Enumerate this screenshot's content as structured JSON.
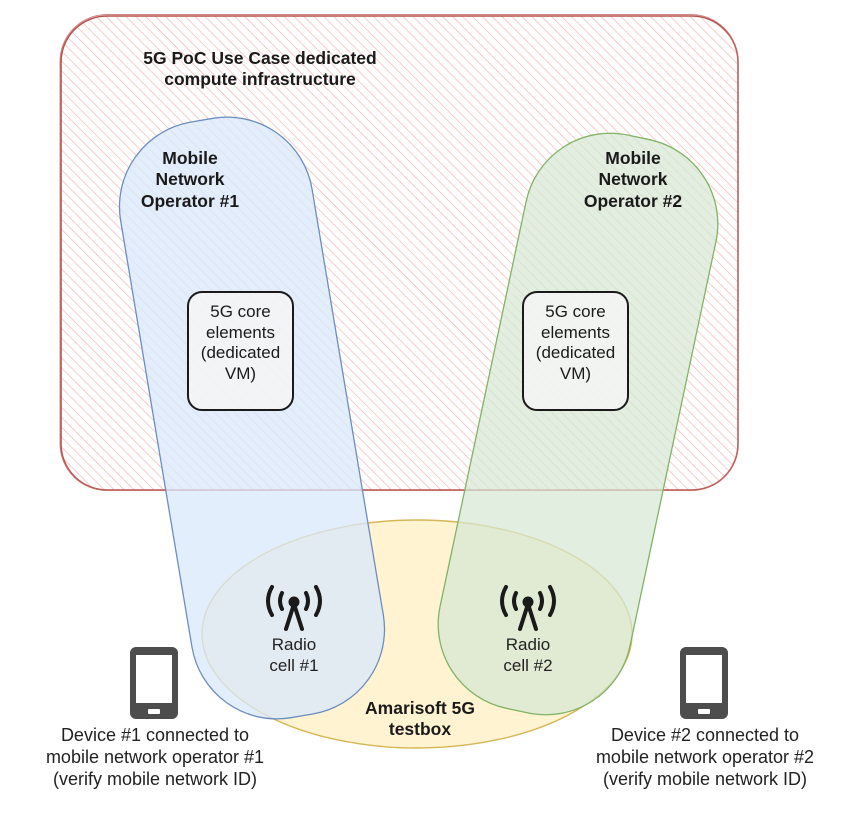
{
  "diagram": {
    "infrastructure": {
      "title_line1": "5G PoC Use Case dedicated",
      "title_line2": "compute infrastructure",
      "stroke_color": "#b85450",
      "hatch_color": "#f0b3b0"
    },
    "operators": [
      {
        "label_line1": "Mobile",
        "label_line2": "Network",
        "label_line3": "Operator #1",
        "fill_color": "#dae8fc",
        "stroke_color": "#6c8ebf",
        "core": {
          "line1": "5G core",
          "line2": "elements",
          "line3": "(dedicated",
          "line4": "VM)"
        },
        "radio_cell": {
          "icon": "antenna-icon",
          "line1": "Radio",
          "line2": "cell #1"
        }
      },
      {
        "label_line1": "Mobile",
        "label_line2": "Network",
        "label_line3": "Operator #2",
        "fill_color": "#d5e8d4",
        "stroke_color": "#82b366",
        "core": {
          "line1": "5G core",
          "line2": "elements",
          "line3": "(dedicated",
          "line4": "VM)"
        },
        "radio_cell": {
          "icon": "antenna-icon",
          "line1": "Radio",
          "line2": "cell #2"
        }
      }
    ],
    "testbox": {
      "line1": "Amarisoft 5G",
      "line2": "testbox",
      "fill_color": "#fff2cc",
      "stroke_color": "#d6b656"
    },
    "devices": [
      {
        "icon": "smartphone-icon",
        "line1": "Device #1 connected to",
        "line2": "mobile network operator #1",
        "line3": "(verify mobile network ID)"
      },
      {
        "icon": "smartphone-icon",
        "line1": "Device #2 connected to",
        "line2": "mobile network operator #2",
        "line3": "(verify mobile network ID)"
      }
    ],
    "icon_color": "#4d4d4d"
  }
}
